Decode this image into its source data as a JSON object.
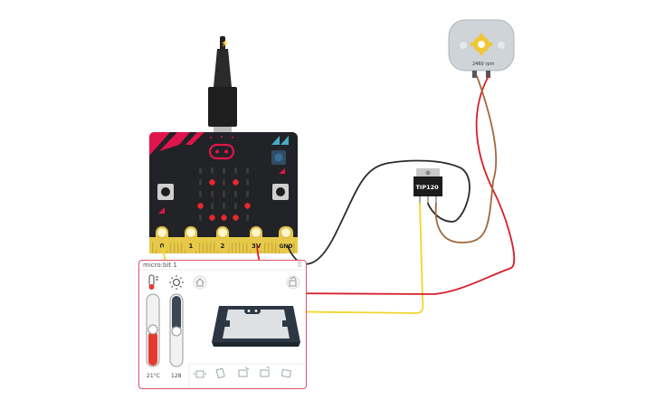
{
  "pins": {
    "p0": "0",
    "p1": "1",
    "p2": "2",
    "p3v": "3V",
    "gnd": "GND"
  },
  "panel": {
    "title": "micro:bit 1",
    "temperature": "21°C",
    "light": "128"
  },
  "motor": {
    "rpm": "2460 rpm"
  },
  "transistor": {
    "label": "TIP120"
  },
  "colors": {
    "board": "#222326",
    "accent": "#e0144c",
    "pin_gold": "#e7c94a",
    "led_on": "#e8282b",
    "wire_red": "#d6202a",
    "wire_yellow": "#f1d62c",
    "wire_black": "#2b2b2b",
    "wire_brown": "#a0683a"
  },
  "icons": {
    "thermometer": "thermometer-icon",
    "light": "sun-icon",
    "home": "home-icon",
    "rotate": "rotate-icon",
    "gesture": "gesture-icons"
  }
}
